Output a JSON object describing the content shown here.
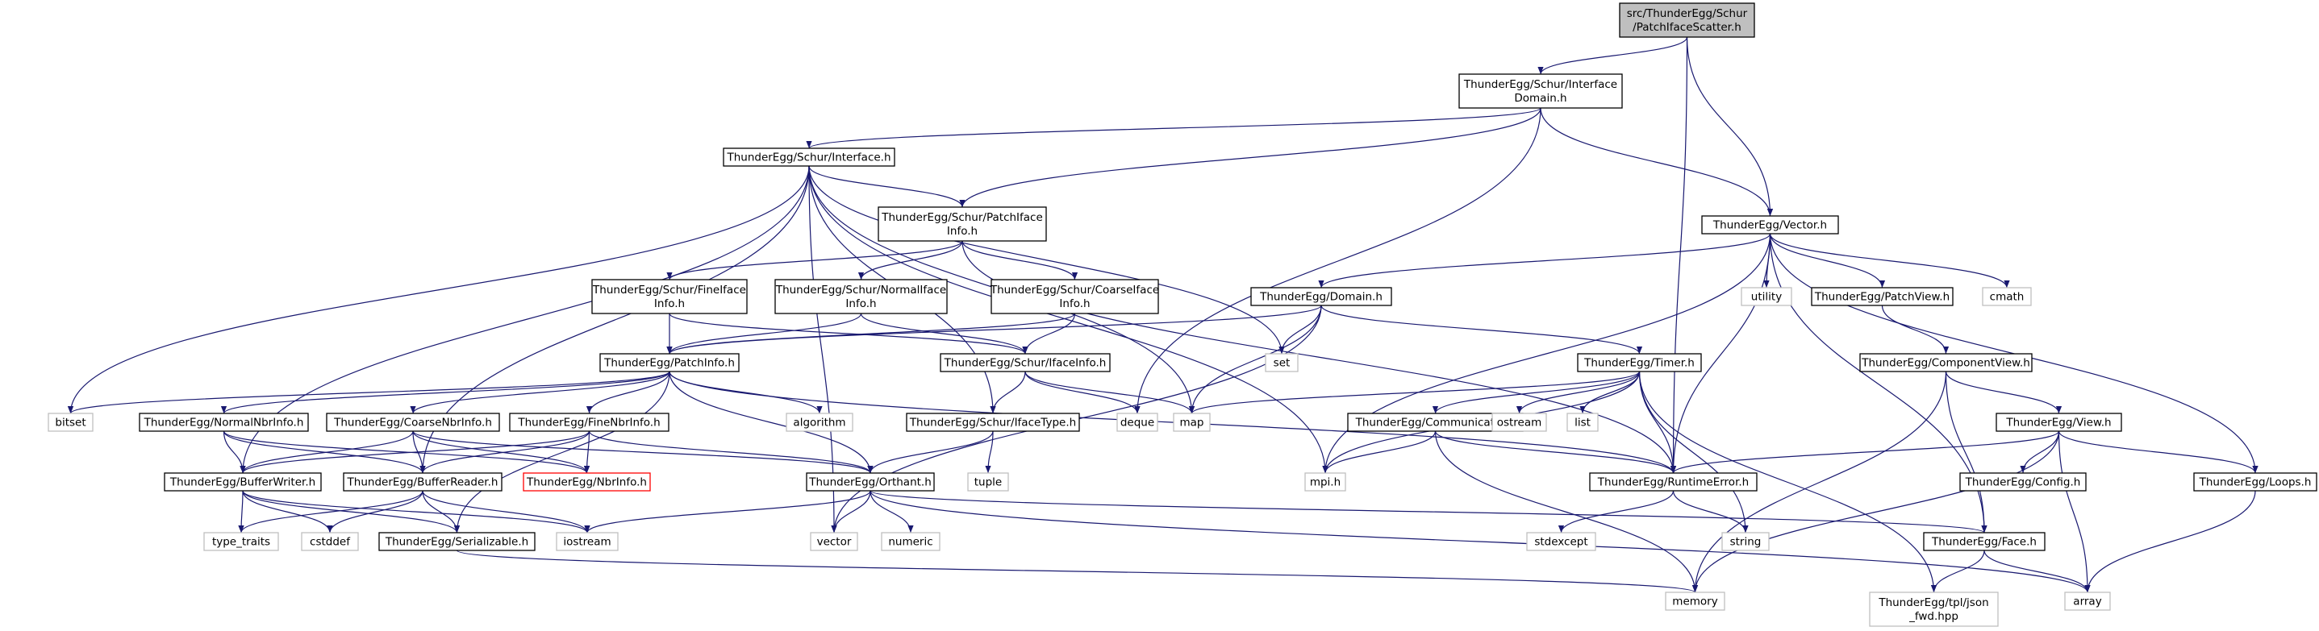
{
  "colors": {
    "root_fill": "#bfbfbf",
    "node_fill": "#ffffff",
    "documented_border": "#000000",
    "system_border": "#bfbfbf",
    "truncated_border": "#ff0000",
    "edge": "#191970",
    "label_text": "#000000"
  },
  "graph": {
    "nodes": [
      {
        "id": "root",
        "lines": [
          "src/ThunderEgg/Schur",
          "/PatchIfaceScatter.h"
        ],
        "kind": "root"
      },
      {
        "id": "ifacedomain",
        "lines": [
          "ThunderEgg/Schur/Interface",
          "Domain.h"
        ],
        "kind": "documented"
      },
      {
        "id": "interface",
        "lines": [
          "ThunderEgg/Schur/Interface.h"
        ],
        "kind": "documented"
      },
      {
        "id": "vector",
        "lines": [
          "ThunderEgg/Vector.h"
        ],
        "kind": "documented"
      },
      {
        "id": "patchiface",
        "lines": [
          "ThunderEgg/Schur/PatchIface",
          "Info.h"
        ],
        "kind": "documented"
      },
      {
        "id": "fineiface",
        "lines": [
          "ThunderEgg/Schur/FineIface",
          "Info.h"
        ],
        "kind": "documented"
      },
      {
        "id": "normaliface",
        "lines": [
          "ThunderEgg/Schur/NormalIface",
          "Info.h"
        ],
        "kind": "documented"
      },
      {
        "id": "coarseiface",
        "lines": [
          "ThunderEgg/Schur/CoarseIface",
          "Info.h"
        ],
        "kind": "documented"
      },
      {
        "id": "domain",
        "lines": [
          "ThunderEgg/Domain.h"
        ],
        "kind": "documented"
      },
      {
        "id": "patchinfo",
        "lines": [
          "ThunderEgg/PatchInfo.h"
        ],
        "kind": "documented"
      },
      {
        "id": "ifaceinfo",
        "lines": [
          "ThunderEgg/Schur/IfaceInfo.h"
        ],
        "kind": "documented"
      },
      {
        "id": "timer",
        "lines": [
          "ThunderEgg/Timer.h"
        ],
        "kind": "documented"
      },
      {
        "id": "patchview",
        "lines": [
          "ThunderEgg/PatchView.h"
        ],
        "kind": "documented"
      },
      {
        "id": "componentview",
        "lines": [
          "ThunderEgg/ComponentView.h"
        ],
        "kind": "documented"
      },
      {
        "id": "view",
        "lines": [
          "ThunderEgg/View.h"
        ],
        "kind": "documented"
      },
      {
        "id": "normalnbr",
        "lines": [
          "ThunderEgg/NormalNbrInfo.h"
        ],
        "kind": "documented"
      },
      {
        "id": "coarsenbr",
        "lines": [
          "ThunderEgg/CoarseNbrInfo.h"
        ],
        "kind": "documented"
      },
      {
        "id": "finenbr",
        "lines": [
          "ThunderEgg/FineNbrInfo.h"
        ],
        "kind": "documented"
      },
      {
        "id": "ifacetype",
        "lines": [
          "ThunderEgg/Schur/IfaceType.h"
        ],
        "kind": "documented"
      },
      {
        "id": "communicator",
        "lines": [
          "ThunderEgg/Communicator.h"
        ],
        "kind": "documented"
      },
      {
        "id": "config",
        "lines": [
          "ThunderEgg/Config.h"
        ],
        "kind": "documented"
      },
      {
        "id": "loops",
        "lines": [
          "ThunderEgg/Loops.h"
        ],
        "kind": "documented"
      },
      {
        "id": "bufferwriter",
        "lines": [
          "ThunderEgg/BufferWriter.h"
        ],
        "kind": "documented"
      },
      {
        "id": "bufferreader",
        "lines": [
          "ThunderEgg/BufferReader.h"
        ],
        "kind": "documented"
      },
      {
        "id": "nbrinfo",
        "lines": [
          "ThunderEgg/NbrInfo.h"
        ],
        "kind": "truncated"
      },
      {
        "id": "orthant",
        "lines": [
          "ThunderEgg/Orthant.h"
        ],
        "kind": "documented"
      },
      {
        "id": "runtimeerror",
        "lines": [
          "ThunderEgg/RuntimeError.h"
        ],
        "kind": "documented"
      },
      {
        "id": "serializable",
        "lines": [
          "ThunderEgg/Serializable.h"
        ],
        "kind": "documented"
      },
      {
        "id": "face",
        "lines": [
          "ThunderEgg/Face.h"
        ],
        "kind": "documented"
      },
      {
        "id": "jsonfwd",
        "lines": [
          "ThunderEgg/tpl/json",
          "_fwd.hpp"
        ],
        "kind": "system"
      },
      {
        "id": "utility",
        "lines": [
          "utility"
        ],
        "kind": "system"
      },
      {
        "id": "cmath",
        "lines": [
          "cmath"
        ],
        "kind": "system"
      },
      {
        "id": "set",
        "lines": [
          "set"
        ],
        "kind": "system"
      },
      {
        "id": "bitset",
        "lines": [
          "bitset"
        ],
        "kind": "system"
      },
      {
        "id": "algorithm",
        "lines": [
          "algorithm"
        ],
        "kind": "system"
      },
      {
        "id": "deque",
        "lines": [
          "deque"
        ],
        "kind": "system"
      },
      {
        "id": "map",
        "lines": [
          "map"
        ],
        "kind": "system"
      },
      {
        "id": "ostream",
        "lines": [
          "ostream"
        ],
        "kind": "system"
      },
      {
        "id": "list",
        "lines": [
          "list"
        ],
        "kind": "system"
      },
      {
        "id": "tuple",
        "lines": [
          "tuple"
        ],
        "kind": "system"
      },
      {
        "id": "mpi",
        "lines": [
          "mpi.h"
        ],
        "kind": "system"
      },
      {
        "id": "type_traits",
        "lines": [
          "type_traits"
        ],
        "kind": "system"
      },
      {
        "id": "cstddef",
        "lines": [
          "cstddef"
        ],
        "kind": "system"
      },
      {
        "id": "iostream",
        "lines": [
          "iostream"
        ],
        "kind": "system"
      },
      {
        "id": "vectorstd",
        "lines": [
          "vector"
        ],
        "kind": "system"
      },
      {
        "id": "numeric",
        "lines": [
          "numeric"
        ],
        "kind": "system"
      },
      {
        "id": "stdexcept",
        "lines": [
          "stdexcept"
        ],
        "kind": "system"
      },
      {
        "id": "string",
        "lines": [
          "string"
        ],
        "kind": "system"
      },
      {
        "id": "memory",
        "lines": [
          "memory"
        ],
        "kind": "system"
      },
      {
        "id": "array",
        "lines": [
          "array"
        ],
        "kind": "system"
      }
    ],
    "edges": [
      [
        "root",
        "ifacedomain"
      ],
      [
        "root",
        "vector"
      ],
      [
        "root",
        "runtimeerror"
      ],
      [
        "ifacedomain",
        "interface"
      ],
      [
        "ifacedomain",
        "patchiface"
      ],
      [
        "ifacedomain",
        "vector"
      ],
      [
        "ifacedomain",
        "deque"
      ],
      [
        "interface",
        "patchiface"
      ],
      [
        "interface",
        "bitset"
      ],
      [
        "interface",
        "bufferwriter"
      ],
      [
        "interface",
        "bufferreader"
      ],
      [
        "interface",
        "vectorstd"
      ],
      [
        "interface",
        "ifacetype"
      ],
      [
        "interface",
        "map"
      ],
      [
        "interface",
        "set"
      ],
      [
        "interface",
        "mpi"
      ],
      [
        "patchiface",
        "fineiface"
      ],
      [
        "patchiface",
        "normaliface"
      ],
      [
        "patchiface",
        "coarseiface"
      ],
      [
        "patchiface",
        "runtimeerror"
      ],
      [
        "fineiface",
        "patchinfo"
      ],
      [
        "fineiface",
        "ifaceinfo"
      ],
      [
        "normaliface",
        "patchinfo"
      ],
      [
        "normaliface",
        "ifaceinfo"
      ],
      [
        "coarseiface",
        "patchinfo"
      ],
      [
        "coarseiface",
        "ifaceinfo"
      ],
      [
        "vector",
        "domain"
      ],
      [
        "vector",
        "utility"
      ],
      [
        "vector",
        "patchview"
      ],
      [
        "vector",
        "cmath"
      ],
      [
        "vector",
        "loops"
      ],
      [
        "vector",
        "face"
      ],
      [
        "vector",
        "mpi"
      ],
      [
        "vector",
        "runtimeerror"
      ],
      [
        "domain",
        "patchinfo"
      ],
      [
        "domain",
        "timer"
      ],
      [
        "domain",
        "set"
      ],
      [
        "domain",
        "map"
      ],
      [
        "domain",
        "vectorstd"
      ],
      [
        "patchinfo",
        "bitset"
      ],
      [
        "patchinfo",
        "normalnbr"
      ],
      [
        "patchinfo",
        "coarsenbr"
      ],
      [
        "patchinfo",
        "finenbr"
      ],
      [
        "patchinfo",
        "algorithm"
      ],
      [
        "patchinfo",
        "orthant"
      ],
      [
        "patchinfo",
        "serializable"
      ],
      [
        "patchinfo",
        "runtimeerror"
      ],
      [
        "ifaceinfo",
        "ifacetype"
      ],
      [
        "ifaceinfo",
        "deque"
      ],
      [
        "ifaceinfo",
        "map"
      ],
      [
        "timer",
        "communicator"
      ],
      [
        "timer",
        "ostream"
      ],
      [
        "timer",
        "list"
      ],
      [
        "timer",
        "runtimeerror"
      ],
      [
        "timer",
        "map"
      ],
      [
        "timer",
        "string"
      ],
      [
        "timer",
        "jsonfwd"
      ],
      [
        "timer",
        "mpi"
      ],
      [
        "patchview",
        "componentview"
      ],
      [
        "componentview",
        "view"
      ],
      [
        "componentview",
        "face"
      ],
      [
        "componentview",
        "memory"
      ],
      [
        "view",
        "runtimeerror"
      ],
      [
        "view",
        "config"
      ],
      [
        "view",
        "loops"
      ],
      [
        "view",
        "array"
      ],
      [
        "view",
        "memory"
      ],
      [
        "normalnbr",
        "bufferwriter"
      ],
      [
        "normalnbr",
        "bufferreader"
      ],
      [
        "normalnbr",
        "nbrinfo"
      ],
      [
        "coarsenbr",
        "bufferwriter"
      ],
      [
        "coarsenbr",
        "bufferreader"
      ],
      [
        "coarsenbr",
        "nbrinfo"
      ],
      [
        "coarsenbr",
        "orthant"
      ],
      [
        "finenbr",
        "bufferwriter"
      ],
      [
        "finenbr",
        "bufferreader"
      ],
      [
        "finenbr",
        "nbrinfo"
      ],
      [
        "finenbr",
        "orthant"
      ],
      [
        "ifacetype",
        "orthant"
      ],
      [
        "ifacetype",
        "tuple"
      ],
      [
        "communicator",
        "mpi"
      ],
      [
        "communicator",
        "runtimeerror"
      ],
      [
        "communicator",
        "memory"
      ],
      [
        "loops",
        "array"
      ],
      [
        "bufferwriter",
        "type_traits"
      ],
      [
        "bufferwriter",
        "cstddef"
      ],
      [
        "bufferwriter",
        "serializable"
      ],
      [
        "bufferwriter",
        "iostream"
      ],
      [
        "bufferreader",
        "type_traits"
      ],
      [
        "bufferreader",
        "cstddef"
      ],
      [
        "bufferreader",
        "serializable"
      ],
      [
        "bufferreader",
        "iostream"
      ],
      [
        "orthant",
        "face"
      ],
      [
        "orthant",
        "vectorstd"
      ],
      [
        "orthant",
        "numeric"
      ],
      [
        "orthant",
        "iostream"
      ],
      [
        "orthant",
        "array"
      ],
      [
        "runtimeerror",
        "stdexcept"
      ],
      [
        "runtimeerror",
        "string"
      ],
      [
        "serializable",
        "memory"
      ],
      [
        "face",
        "jsonfwd"
      ],
      [
        "face",
        "array"
      ]
    ]
  }
}
